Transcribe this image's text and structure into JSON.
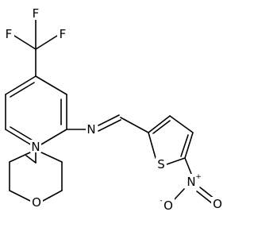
{
  "molecule": {
    "atoms": {
      "F1": "F",
      "F2": "F",
      "F3": "F",
      "N_imine": "N",
      "N_morpholine": "N",
      "O_morpholine": "O",
      "S_thiophene": "S",
      "N_nitro": "N",
      "N_nitro_charge": "+",
      "O_nitro_top": "O",
      "O_nitro_top_charge": "-",
      "O_nitro_bottom": "O"
    }
  }
}
